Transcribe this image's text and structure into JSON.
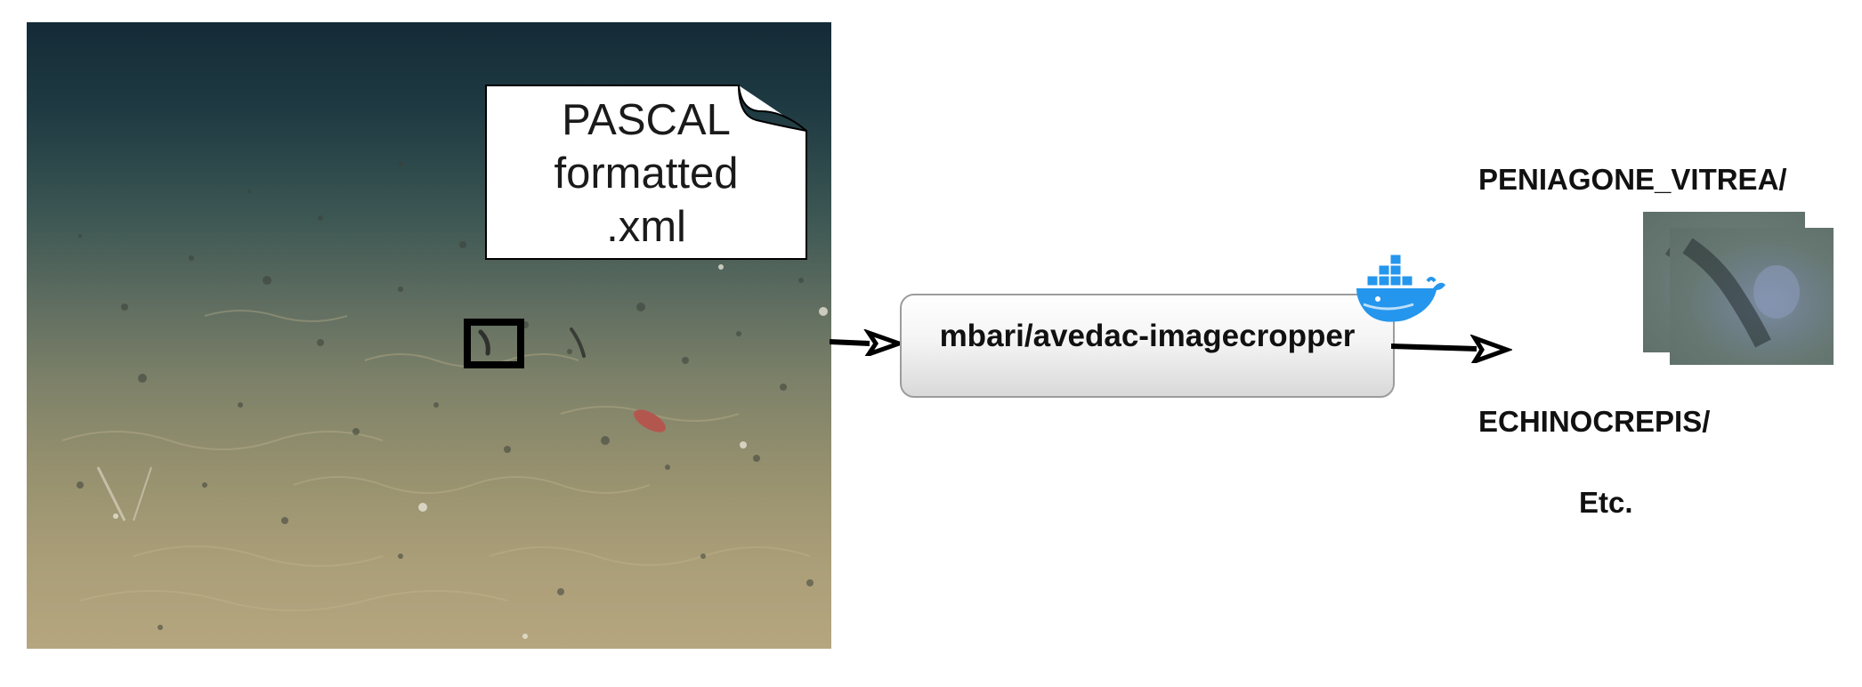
{
  "note": {
    "text": "PASCAL\nformatted\n.xml"
  },
  "process": {
    "label": "mbari/avedac-imagecropper"
  },
  "icons": {
    "container": "docker-whale-icon"
  },
  "outputs": {
    "folder_1": "PENIAGONE_VITREA/",
    "folder_2": "ECHINOCREPIS/",
    "etc": "Etc."
  },
  "colors": {
    "arrow": "#000000",
    "box_border": "#9c9c9c",
    "docker_blue": "#2496ed"
  }
}
